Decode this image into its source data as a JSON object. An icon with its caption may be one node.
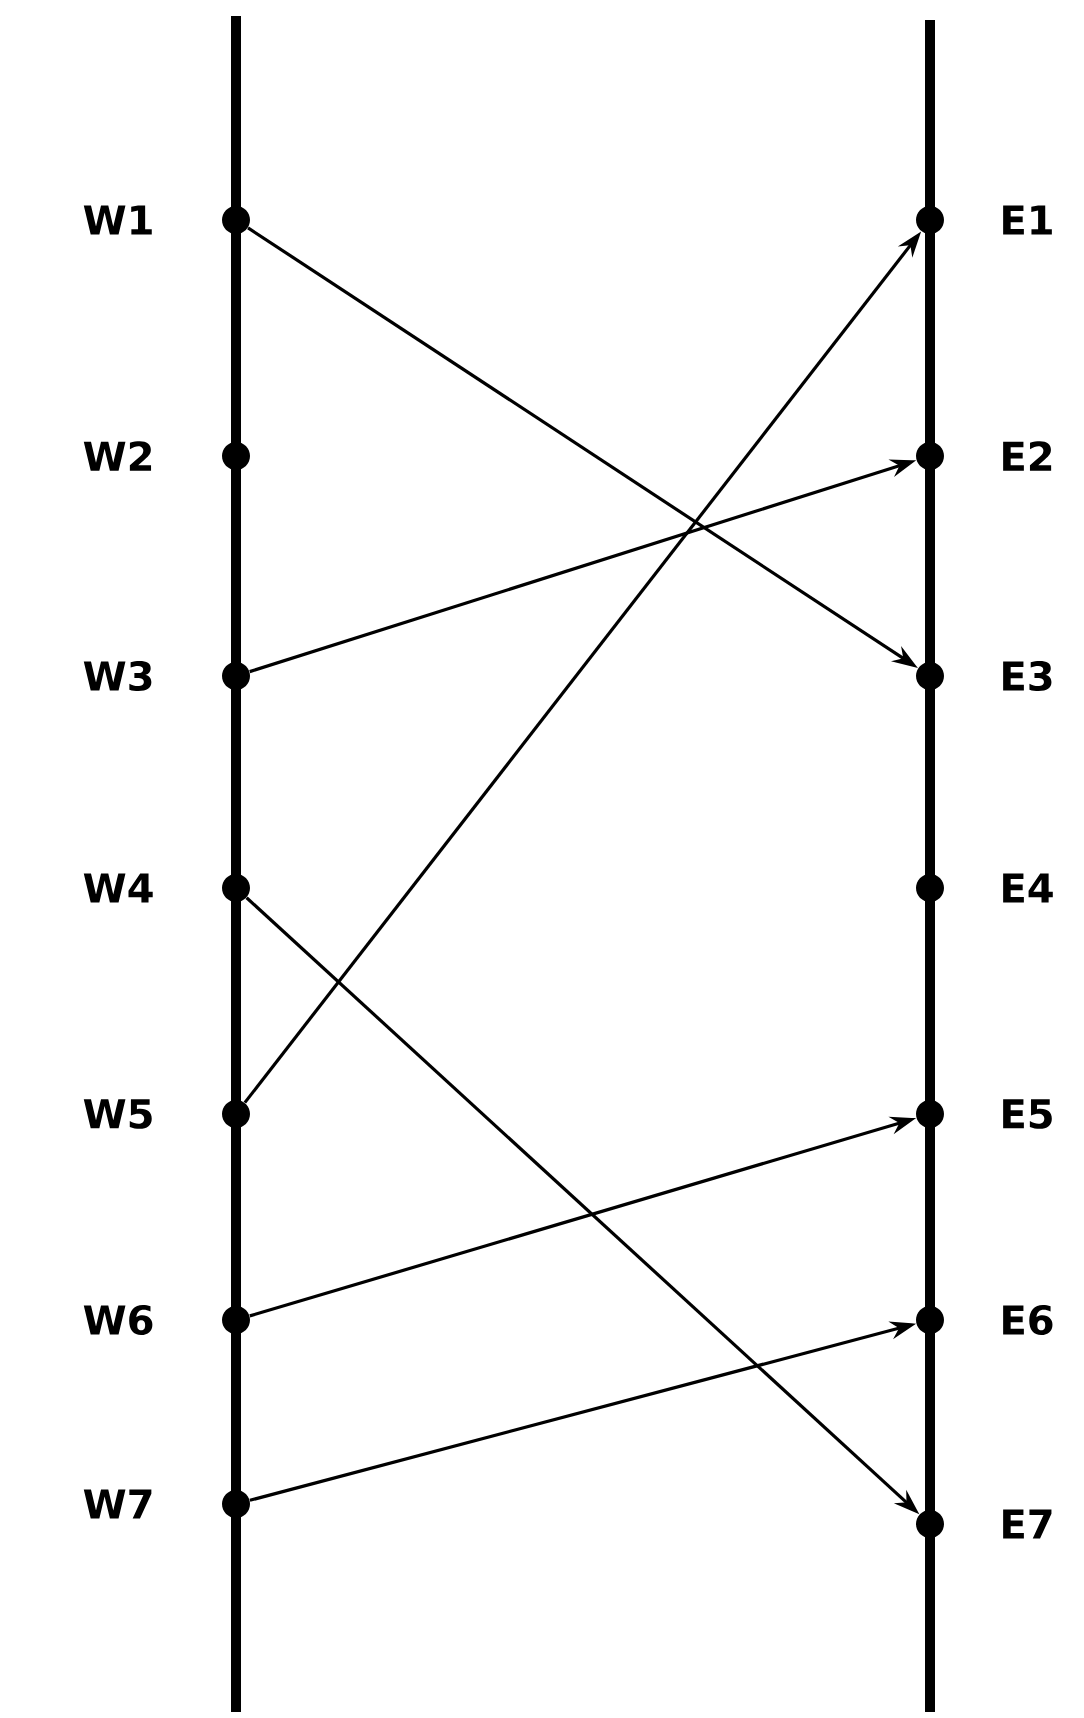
{
  "diagram": {
    "nodes": [
      {
        "text": [
          "W1"
        ]
      },
      {
        "text": [
          "W2"
        ]
      },
      {
        "text": [
          "W3"
        ]
      },
      {
        "text": [
          "W4"
        ]
      },
      {
        "text": [
          "W5"
        ]
      },
      {
        "text": [
          "W6"
        ]
      },
      {
        "text": [
          "W7"
        ]
      },
      {
        "text": [
          "E1"
        ]
      },
      {
        "text": [
          "E2"
        ]
      },
      {
        "text": [
          "E3"
        ]
      },
      {
        "text": [
          "E4"
        ]
      },
      {
        "text": [
          "E5"
        ]
      },
      {
        "text": [
          "E6"
        ]
      },
      {
        "text": [
          "E7"
        ]
      }
    ],
    "edges": [
      {
        "from": 0,
        "to": 9,
        "arrow": "to"
      },
      {
        "from": 2,
        "to": 8,
        "arrow": "to"
      },
      {
        "from": 3,
        "to": 13,
        "arrow": "to"
      },
      {
        "from": 4,
        "to": 7,
        "arrow": "to"
      },
      {
        "from": 5,
        "to": 11,
        "arrow": "to"
      },
      {
        "from": 6,
        "to": 12,
        "arrow": "to"
      }
    ]
  }
}
